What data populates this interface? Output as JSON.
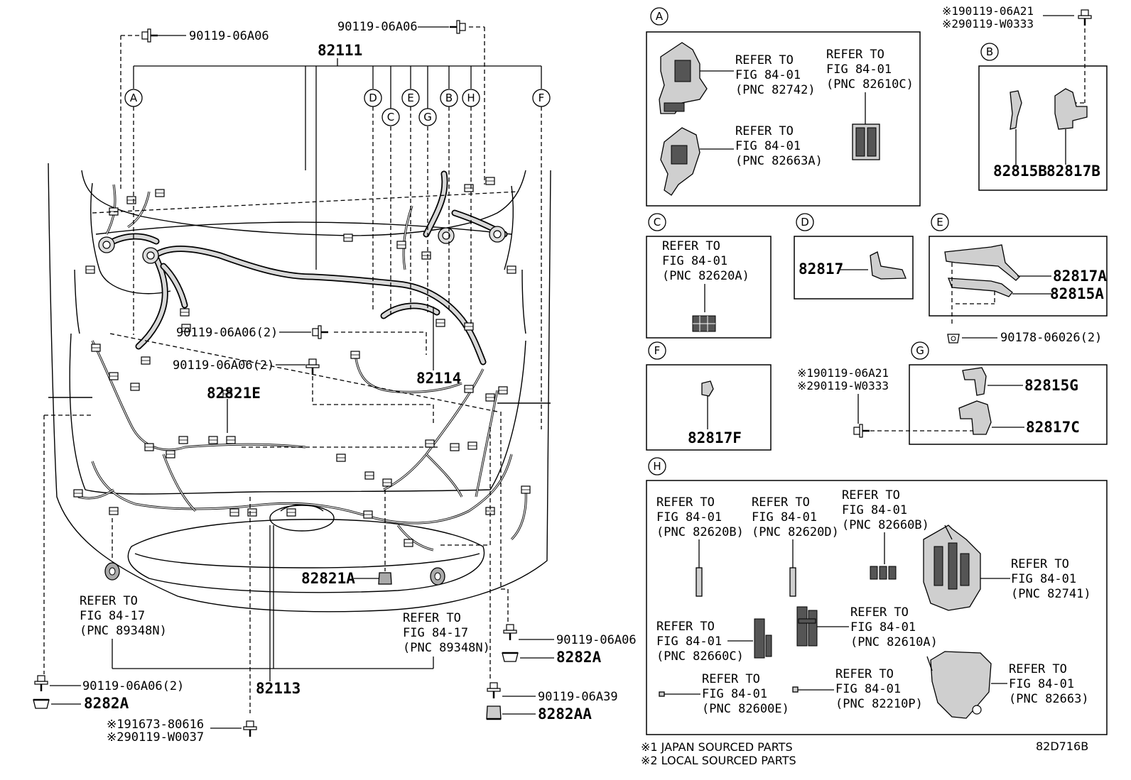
{
  "title_code": "82D716B",
  "footnotes": [
    "※1 JAPAN SOURCED PARTS",
    "※2 LOCAL SOURCED PARTS"
  ],
  "main": {
    "letters": {
      "a": "A",
      "b": "B",
      "c": "C",
      "d": "D",
      "e": "E",
      "f": "F",
      "g": "G",
      "h": "H"
    },
    "p82111": "82111",
    "bolt_top_left": "90119-06A06",
    "bolt_top_mid": "90119-06A06",
    "bolt_mid_1": "90119-06A06(2)",
    "bolt_mid_2": "90119-06A06(2)",
    "p82114": "82114",
    "p82821E": "82821E",
    "p82821A": "82821A",
    "p82113": "82113",
    "refer_left": [
      "REFER TO",
      "FIG 84-17",
      "(PNC 89348N)"
    ],
    "refer_right": [
      "REFER TO",
      "FIG 84-17",
      "(PNC 89348N)"
    ],
    "bl_bolt": "90119-06A06(2)",
    "bl_clip": "8282A",
    "bc_bolt_1": "※191673-80616",
    "bc_bolt_2": "※290119-W0037",
    "br_bolt_1": "90119-06A06",
    "br_clip_1": "8282A",
    "br_bolt_2": "90119-06A39",
    "br_clip_2": "8282AA"
  },
  "panels": {
    "a": {
      "letter": "A",
      "ref1": [
        "REFER TO",
        "FIG 84-01",
        "(PNC 82742)"
      ],
      "ref2": [
        "REFER TO",
        "FIG 84-01",
        "(PNC 82610C)"
      ],
      "ref3": [
        "REFER TO",
        "FIG 84-01",
        "(PNC 82663A)"
      ]
    },
    "b": {
      "letter": "B",
      "bolt1": "※190119-06A21",
      "bolt2": "※290119-W0333",
      "p1": "82815B",
      "p2": "82817B"
    },
    "c": {
      "letter": "C",
      "ref": [
        "REFER TO",
        "FIG 84-01",
        "(PNC 82620A)"
      ]
    },
    "d": {
      "letter": "D",
      "p1": "82817"
    },
    "e": {
      "letter": "E",
      "p1": "82817A",
      "p2": "82815A",
      "nut": "90178-06026(2)"
    },
    "f": {
      "letter": "F",
      "p1": "82817F"
    },
    "g": {
      "letter": "G",
      "bolt1": "※190119-06A21",
      "bolt2": "※290119-W0333",
      "p1": "82815G",
      "p2": "82817C"
    },
    "h": {
      "letter": "H",
      "r1": [
        "REFER TO",
        "FIG 84-01",
        "(PNC 82620B)"
      ],
      "r2": [
        "REFER TO",
        "FIG 84-01",
        "(PNC 82620D)"
      ],
      "r3": [
        "REFER TO",
        "FIG 84-01",
        "(PNC 82660B)"
      ],
      "r4": [
        "REFER TO",
        "FIG 84-01",
        "(PNC 82741)"
      ],
      "r5": [
        "REFER TO",
        "FIG 84-01",
        "(PNC 82660C)"
      ],
      "r6": [
        "REFER TO",
        "FIG 84-01",
        "(PNC 82610A)"
      ],
      "r7": [
        "REFER TO",
        "FIG 84-01",
        "(PNC 82600E)"
      ],
      "r8": [
        "REFER TO",
        "FIG 84-01",
        "(PNC 82210P)"
      ],
      "r9": [
        "REFER TO",
        "FIG 84-01",
        "(PNC 82663)"
      ]
    }
  }
}
